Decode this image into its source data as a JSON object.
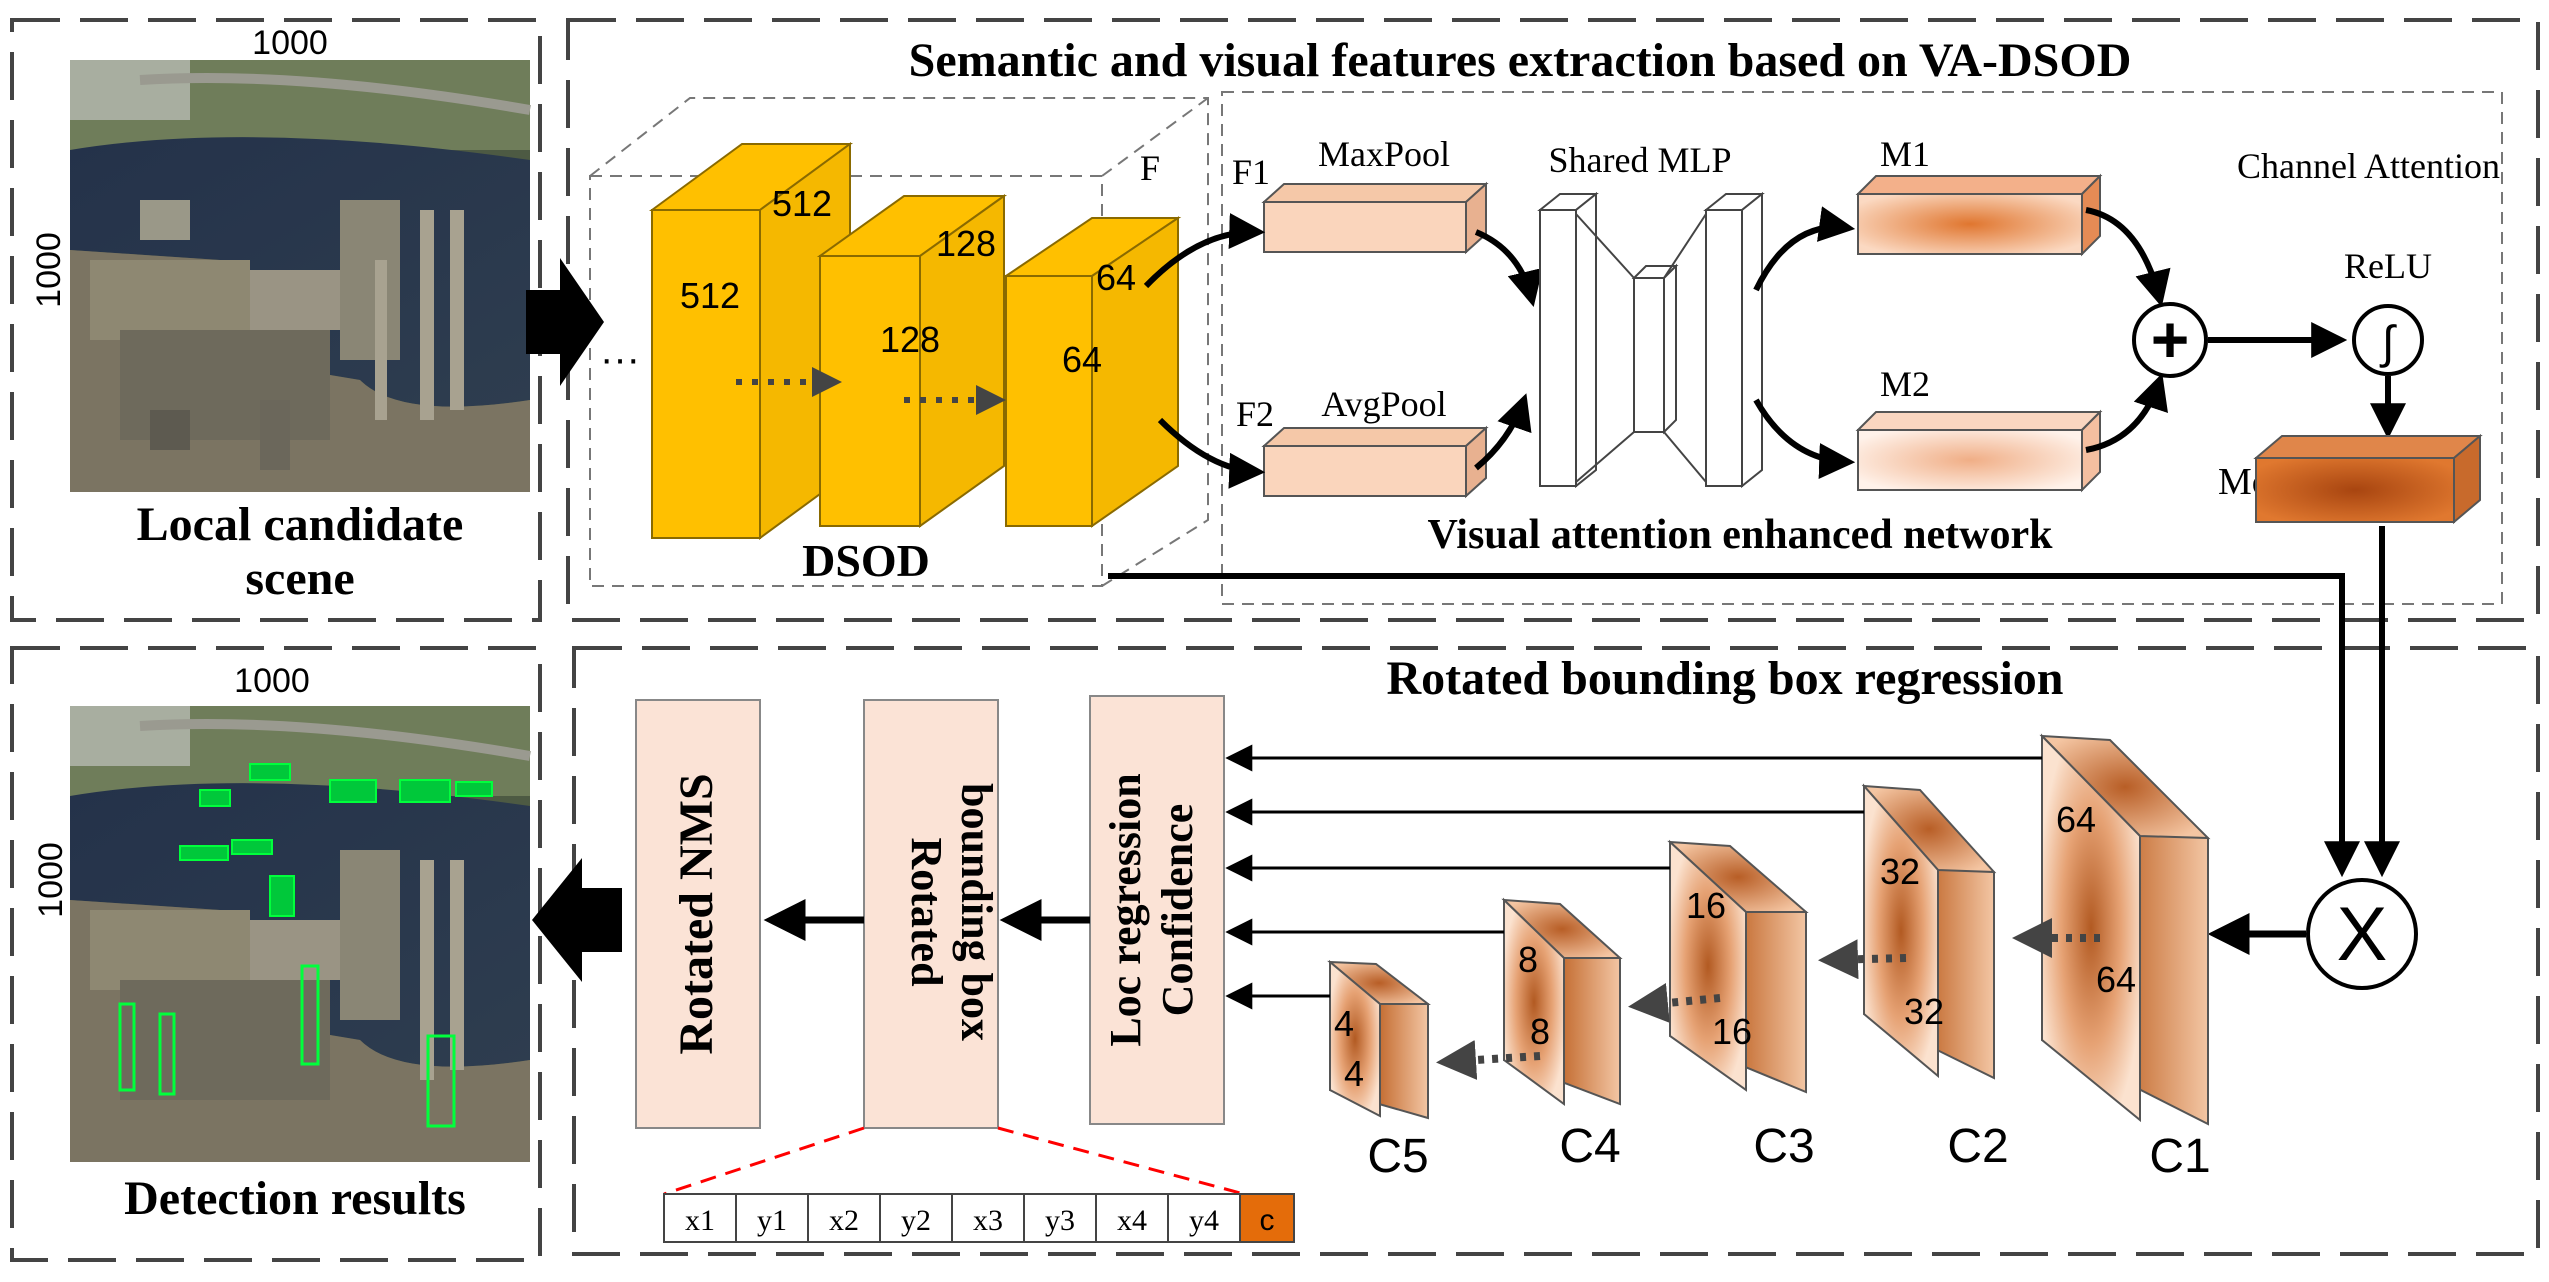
{
  "top_panel": {
    "title": "Semantic and visual features extraction based on VA-DSOD",
    "dsod_label": "DSOD",
    "vaen_label": "Visual attention enhanced network",
    "channel_attention_label": "Channel Attention"
  },
  "input_scene": {
    "width_label": "1000",
    "height_label": "1000",
    "caption_line1": "Local candidate",
    "caption_line2": "scene"
  },
  "dsod_blocks": [
    {
      "top": "512",
      "front": "512"
    },
    {
      "top": "128",
      "front": "128"
    },
    {
      "top": "64",
      "front": "64"
    }
  ],
  "attention": {
    "f_label": "F",
    "f1_label": "F1",
    "f2_label": "F2",
    "maxpool_label": "MaxPool",
    "avgpool_label": "AvgPool",
    "shared_mlp_label": "Shared MLP",
    "m1_label": "M1",
    "m2_label": "M2",
    "relu_label": "ReLU",
    "mc_label": "Mc",
    "sum_symbol": "+",
    "sigmoid_symbol": "∫",
    "multiply_symbol": "X"
  },
  "bottom_panel": {
    "title": "Rotated bounding box regression"
  },
  "feature_maps": [
    {
      "name": "C1",
      "top": "64",
      "front": "64"
    },
    {
      "name": "C2",
      "top": "32",
      "front": "32"
    },
    {
      "name": "C3",
      "top": "16",
      "front": "16"
    },
    {
      "name": "C4",
      "top": "8",
      "front": "8"
    },
    {
      "name": "C5",
      "top": "4",
      "front": "4"
    }
  ],
  "heads": {
    "loc_line1": "Loc regression",
    "loc_line2": "Confidence",
    "rbox_line1": "Rotated",
    "rbox_line2": "bounding box",
    "nms_label": "Rotated NMS"
  },
  "output_vector": [
    "x1",
    "y1",
    "x2",
    "y2",
    "x3",
    "y3",
    "x4",
    "y4",
    "c"
  ],
  "output_scene": {
    "width_label": "1000",
    "height_label": "1000",
    "caption": "Detection results"
  },
  "colors": {
    "dsod_orange": "#FFC000",
    "dsod_orange_dark": "#D9A000",
    "feature_brown": "#C0662A",
    "mc_orange": "#D2691E",
    "output_c": "#E46C0A",
    "head_fill": "#FBE3D6",
    "detect_green": "#00FF3C",
    "dash_red": "#FF0000"
  }
}
